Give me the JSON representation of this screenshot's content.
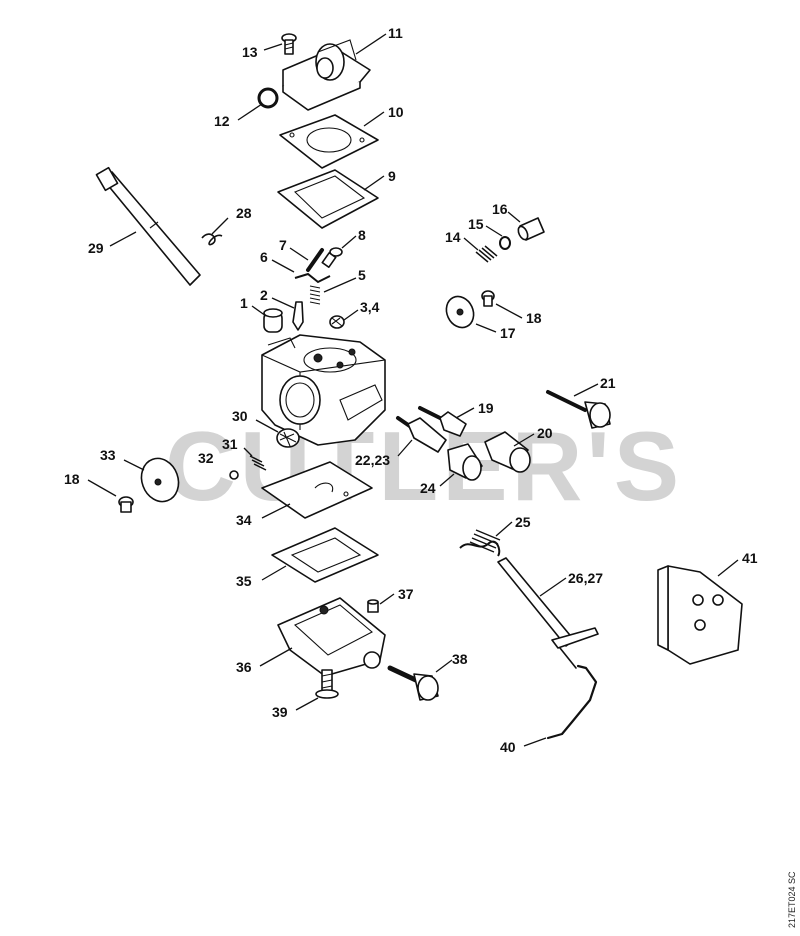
{
  "watermark": "CUTLER'S",
  "drawing_code": "217ET024 SC",
  "callouts": [
    "13",
    "11",
    "12",
    "10",
    "9",
    "28",
    "29",
    "16",
    "15",
    "14",
    "7",
    "8",
    "6",
    "5",
    "2",
    "1",
    "3,4",
    "18",
    "17",
    "21",
    "19",
    "20",
    "30",
    "31",
    "32",
    "22,23",
    "24",
    "33",
    "18",
    "34",
    "25",
    "35",
    "37",
    "26,27",
    "41",
    "36",
    "38",
    "39",
    "40"
  ]
}
